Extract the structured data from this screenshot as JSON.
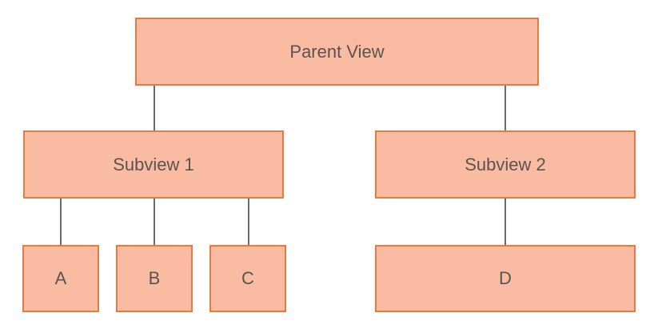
{
  "colors": {
    "box_fill": "#f9bca3",
    "box_border": "#e8793f",
    "connector": "#6b6b6b",
    "text": "#5b5350"
  },
  "nodes": {
    "parent": "Parent View",
    "subview1": "Subview 1",
    "subview2": "Subview 2",
    "a": "A",
    "b": "B",
    "c": "C",
    "d": "D"
  },
  "edges": [
    [
      "Parent View",
      "Subview 1"
    ],
    [
      "Parent View",
      "Subview 2"
    ],
    [
      "Subview 1",
      "A"
    ],
    [
      "Subview 1",
      "B"
    ],
    [
      "Subview 1",
      "C"
    ],
    [
      "Subview 2",
      "D"
    ]
  ]
}
